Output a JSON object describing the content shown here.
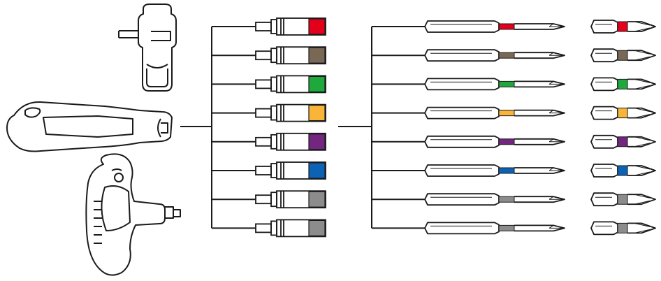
{
  "figure": {
    "handles": [
      {
        "name": "t-handle-adapter-icon"
      },
      {
        "name": "straight-handle-icon"
      },
      {
        "name": "pistol-grip-handle-icon"
      }
    ],
    "color_codes": [
      {
        "key": "red",
        "color": "#e3001b"
      },
      {
        "key": "brown",
        "color": "#7a6856"
      },
      {
        "key": "green",
        "color": "#1fa83c"
      },
      {
        "key": "yellow",
        "color": "#f8b53a"
      },
      {
        "key": "purple",
        "color": "#73267f"
      },
      {
        "key": "blue",
        "color": "#0c63b5"
      },
      {
        "key": "gray-1",
        "color": "#8c8c8c"
      },
      {
        "key": "gray-2",
        "color": "#8c8c8c"
      }
    ],
    "line_color": "#1a1a1a"
  }
}
